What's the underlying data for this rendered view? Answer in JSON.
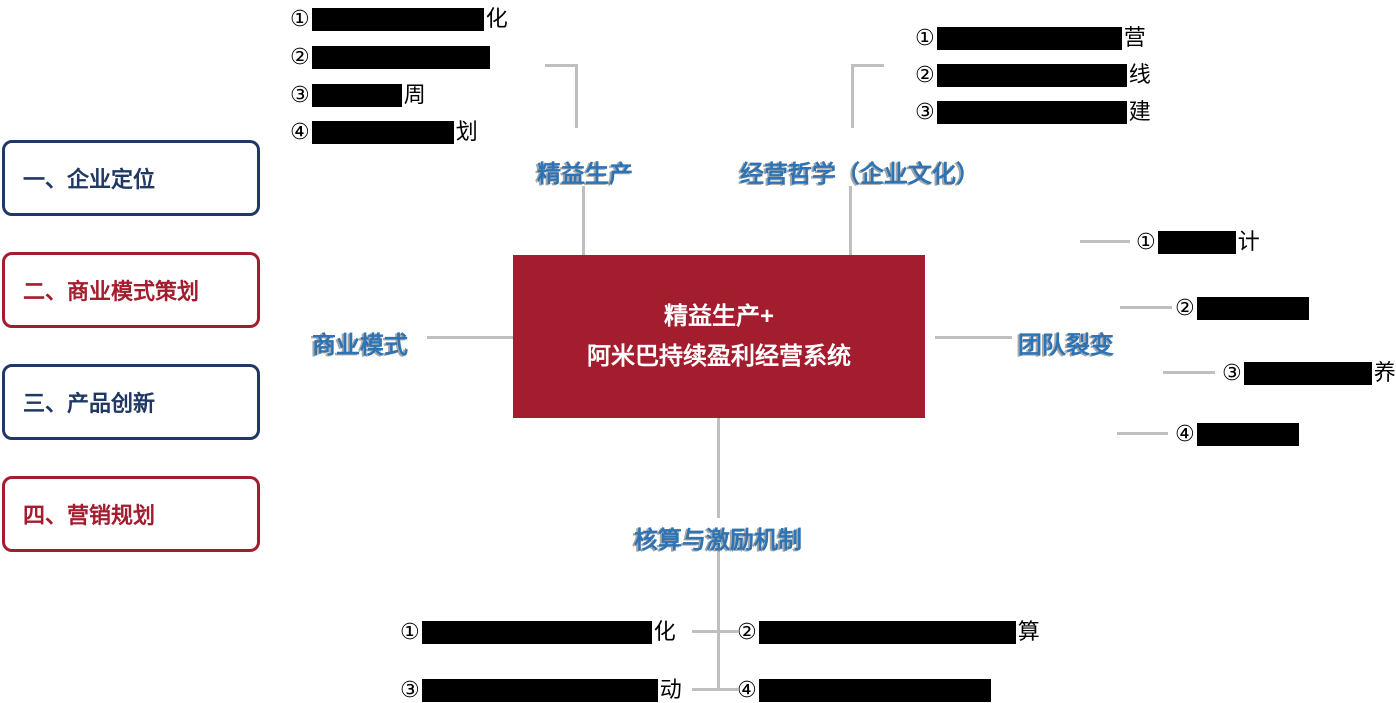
{
  "left_menu": [
    {
      "label": "一、企业定位",
      "color": "#1F3864"
    },
    {
      "label": "二、商业模式策划",
      "color": "#A31D2E"
    },
    {
      "label": "三、产品创新",
      "color": "#1F3864"
    },
    {
      "label": "四、营销规划",
      "color": "#A31D2E"
    }
  ],
  "center_box": {
    "line1": "精益生产+",
    "line2": "阿米巴持续盈利经营系统",
    "bg_color": "#A31D2E"
  },
  "branches": {
    "lean_production": {
      "label": "精益生产",
      "items": [
        {
          "num": "①",
          "suffix": "化"
        },
        {
          "num": "②",
          "suffix": ""
        },
        {
          "num": "③",
          "suffix": "周"
        },
        {
          "num": "④",
          "suffix": "划"
        }
      ]
    },
    "philosophy": {
      "label": "经营哲学（企业文化）",
      "items": [
        {
          "num": "①",
          "suffix": "营"
        },
        {
          "num": "②",
          "suffix": "线"
        },
        {
          "num": "③",
          "suffix": "建"
        }
      ]
    },
    "business_model": {
      "label": "商业模式"
    },
    "team_fission": {
      "label": "团队裂变",
      "items": [
        {
          "num": "①",
          "suffix": "计"
        },
        {
          "num": "②",
          "suffix": ""
        },
        {
          "num": "③",
          "suffix": "养"
        },
        {
          "num": "④",
          "suffix": ""
        }
      ]
    },
    "accounting_incentive": {
      "label": "核算与激励机制",
      "items": [
        {
          "num": "①",
          "suffix": "化"
        },
        {
          "num": "②",
          "suffix": "算"
        },
        {
          "num": "③",
          "suffix": "动"
        },
        {
          "num": "④",
          "suffix": ""
        }
      ]
    }
  },
  "colors": {
    "navy": "#1F3864",
    "red": "#A31D2E",
    "blue_label": "#2E74B5",
    "line_gray": "#BFBFBF",
    "redaction_black": "#000000"
  }
}
